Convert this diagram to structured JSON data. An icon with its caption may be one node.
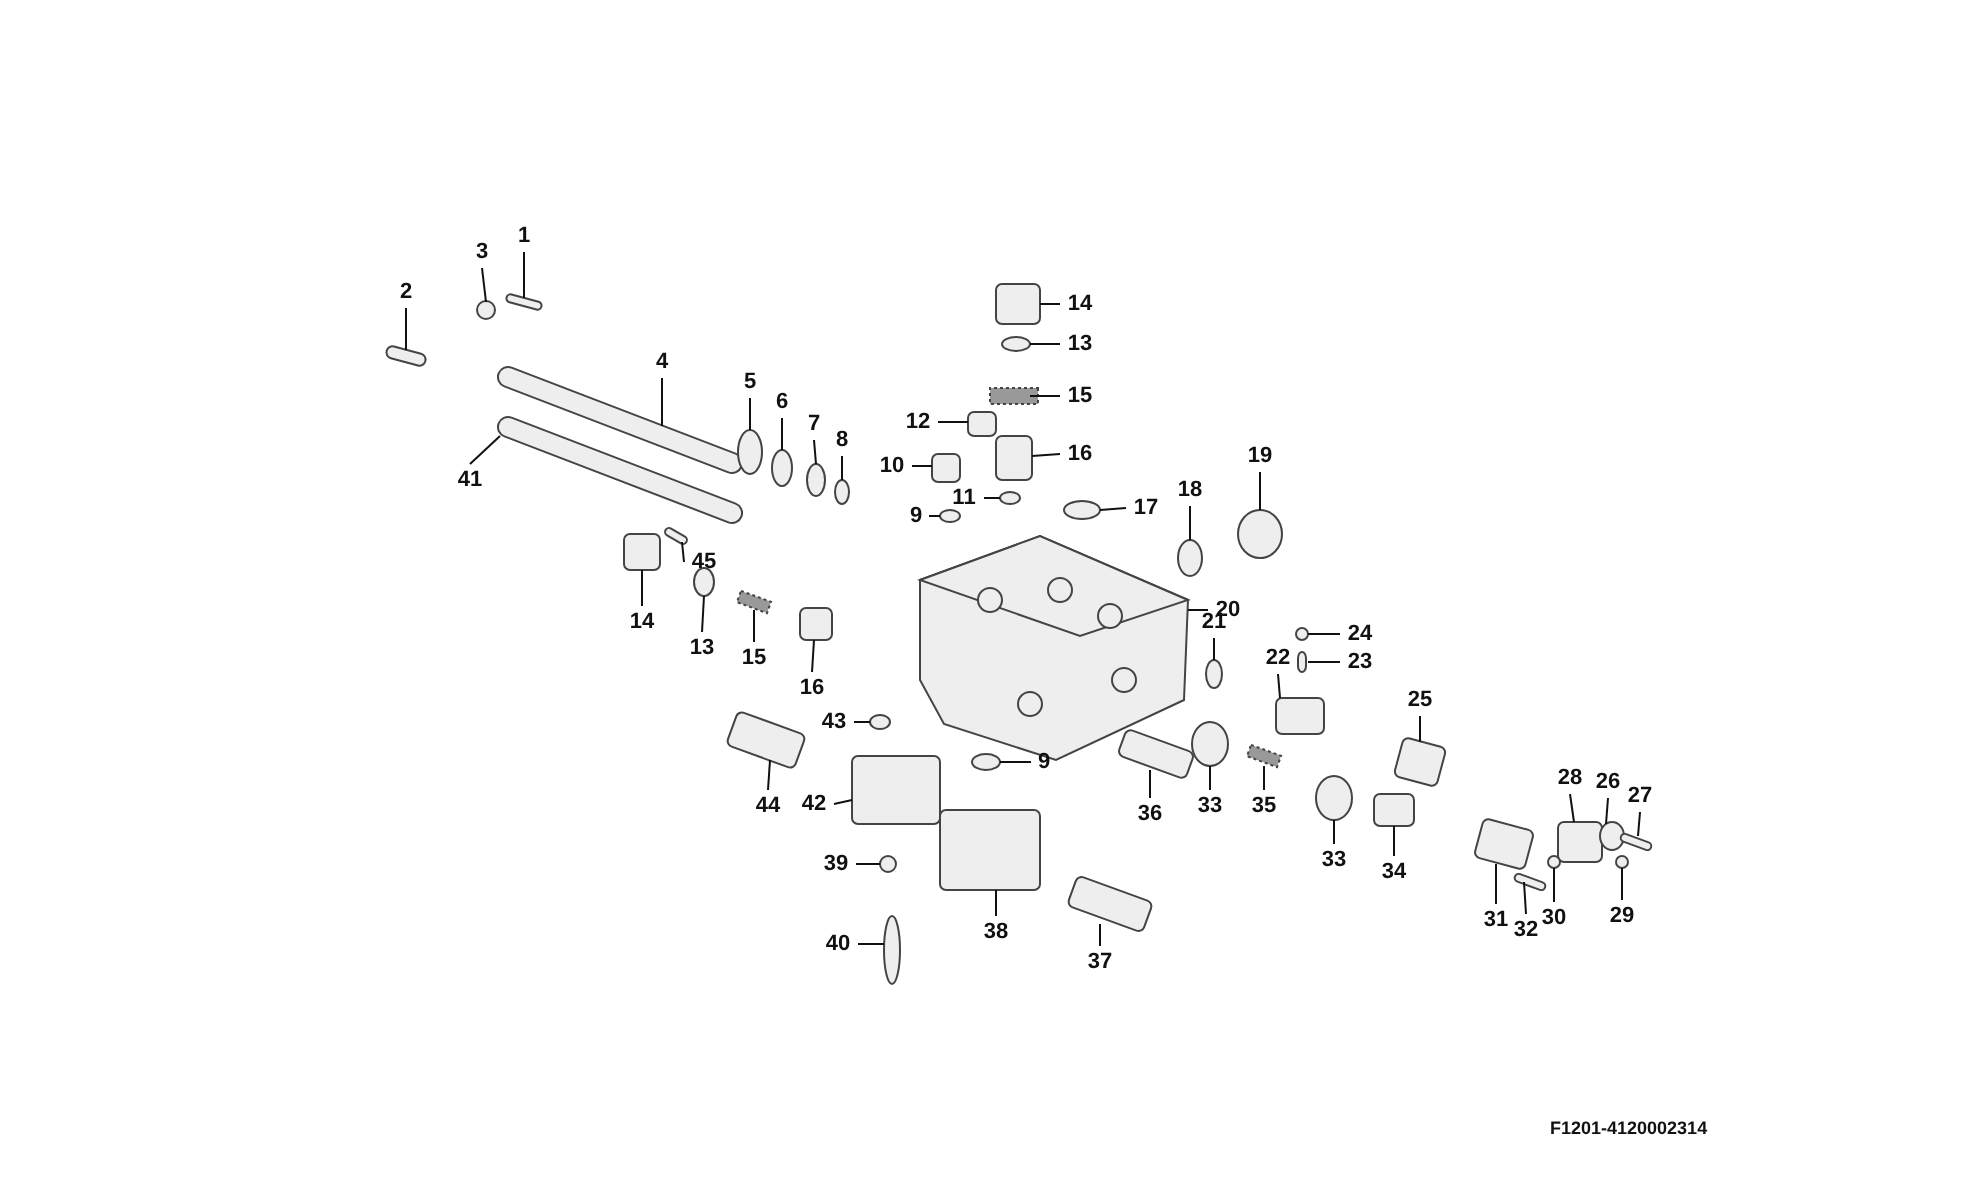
{
  "diagram": {
    "nodes": [
      {
        "text": [
          "1"
        ]
      },
      {
        "text": [
          "3"
        ]
      },
      {
        "text": [
          "2"
        ]
      },
      {
        "text": [
          "14"
        ]
      },
      {
        "text": [
          "13"
        ]
      },
      {
        "text": [
          "4"
        ]
      },
      {
        "text": [
          "5"
        ]
      },
      {
        "text": [
          "15"
        ]
      },
      {
        "text": [
          "6"
        ]
      },
      {
        "text": [
          "12"
        ]
      },
      {
        "text": [
          "7"
        ]
      },
      {
        "text": [
          "8"
        ]
      },
      {
        "text": [
          "16"
        ]
      },
      {
        "text": [
          "19"
        ]
      },
      {
        "text": [
          "10"
        ]
      },
      {
        "text": [
          "41"
        ]
      },
      {
        "text": [
          "18"
        ]
      },
      {
        "text": [
          "11"
        ]
      },
      {
        "text": [
          "17"
        ]
      },
      {
        "text": [
          "9"
        ]
      },
      {
        "text": [
          "45"
        ]
      },
      {
        "text": [
          "20"
        ]
      },
      {
        "text": [
          "14"
        ]
      },
      {
        "text": [
          "21"
        ]
      },
      {
        "text": [
          "24"
        ]
      },
      {
        "text": [
          "13"
        ]
      },
      {
        "text": [
          "15"
        ]
      },
      {
        "text": [
          "22"
        ]
      },
      {
        "text": [
          "23"
        ]
      },
      {
        "text": [
          "16"
        ]
      },
      {
        "text": [
          "25"
        ]
      },
      {
        "text": [
          "43"
        ]
      },
      {
        "text": [
          "9"
        ]
      },
      {
        "text": [
          "28"
        ]
      },
      {
        "text": [
          "26"
        ]
      },
      {
        "text": [
          "27"
        ]
      },
      {
        "text": [
          "42"
        ]
      },
      {
        "text": [
          "44"
        ]
      },
      {
        "text": [
          "33"
        ]
      },
      {
        "text": [
          "35"
        ]
      },
      {
        "text": [
          "36"
        ]
      },
      {
        "text": [
          "33"
        ]
      },
      {
        "text": [
          "39"
        ]
      },
      {
        "text": [
          "34"
        ]
      },
      {
        "text": [
          "31"
        ]
      },
      {
        "text": [
          "38"
        ]
      },
      {
        "text": [
          "30"
        ]
      },
      {
        "text": [
          "29"
        ]
      },
      {
        "text": [
          "32"
        ]
      },
      {
        "text": [
          "40"
        ]
      },
      {
        "text": [
          "37"
        ]
      },
      {
        "text": [],
        "shape": "bar"
      },
      {
        "text": [],
        "shape": "circle"
      },
      {
        "text": [],
        "shape": "bar"
      },
      {
        "text": [],
        "shape": "box"
      },
      {
        "text": [],
        "shape": "circle"
      },
      {
        "text": [],
        "shape": "bar"
      },
      {
        "text": [],
        "shape": "circle"
      },
      {
        "text": [],
        "shape": "spring"
      },
      {
        "text": [],
        "shape": "circle"
      },
      {
        "text": [],
        "shape": "box"
      },
      {
        "text": [],
        "shape": "circle"
      },
      {
        "text": [],
        "shape": "circle"
      },
      {
        "text": [],
        "shape": "box"
      },
      {
        "text": [],
        "shape": "circle"
      },
      {
        "text": [],
        "shape": "box"
      },
      {
        "text": [],
        "shape": "bar"
      },
      {
        "text": [],
        "shape": "circle"
      },
      {
        "text": [],
        "shape": "circle"
      },
      {
        "text": [],
        "shape": "circle"
      },
      {
        "text": [],
        "shape": "circle"
      },
      {
        "text": [],
        "shape": "bar"
      },
      {
        "text": [],
        "shape": "picture"
      },
      {
        "text": [],
        "shape": "box"
      },
      {
        "text": [],
        "shape": "circle"
      },
      {
        "text": [],
        "shape": "circle"
      },
      {
        "text": [],
        "shape": "circle"
      },
      {
        "text": [],
        "shape": "spring"
      },
      {
        "text": [],
        "shape": "box"
      },
      {
        "text": [],
        "shape": "box"
      },
      {
        "text": [],
        "shape": "box"
      },
      {
        "text": [],
        "shape": "box"
      },
      {
        "text": [],
        "shape": "circle"
      },
      {
        "text": [],
        "shape": "circle"
      },
      {
        "text": [],
        "shape": "box"
      },
      {
        "text": [],
        "shape": "circle"
      },
      {
        "text": [],
        "shape": "bar"
      },
      {
        "text": [],
        "shape": "box"
      },
      {
        "text": [],
        "shape": "box"
      },
      {
        "text": [],
        "shape": "circle"
      },
      {
        "text": [],
        "shape": "spring"
      },
      {
        "text": [],
        "shape": "box"
      },
      {
        "text": [],
        "shape": "circle"
      },
      {
        "text": [],
        "shape": "circle"
      },
      {
        "text": [],
        "shape": "box"
      },
      {
        "text": [],
        "shape": "box"
      },
      {
        "text": [],
        "shape": "box"
      },
      {
        "text": [],
        "shape": "circle"
      },
      {
        "text": [],
        "shape": "circle"
      },
      {
        "text": [],
        "shape": "bar"
      },
      {
        "text": [],
        "shape": "bar"
      },
      {
        "text": [],
        "shape": "box"
      }
    ],
    "edges": [
      {
        "from": 0,
        "to": 51,
        "arrow": "none"
      },
      {
        "from": 1,
        "to": 52,
        "arrow": "none"
      },
      {
        "from": 2,
        "to": 53,
        "arrow": "none"
      },
      {
        "from": 3,
        "to": 54,
        "arrow": "none"
      },
      {
        "from": 4,
        "to": 55,
        "arrow": "none"
      },
      {
        "from": 5,
        "to": 56,
        "arrow": "none"
      },
      {
        "from": 6,
        "to": 57,
        "arrow": "none"
      },
      {
        "from": 7,
        "to": 58,
        "arrow": "none"
      },
      {
        "from": 8,
        "to": 59,
        "arrow": "none"
      },
      {
        "from": 9,
        "to": 60,
        "arrow": "none"
      },
      {
        "from": 10,
        "to": 61,
        "arrow": "none"
      },
      {
        "from": 11,
        "to": 62,
        "arrow": "none"
      },
      {
        "from": 12,
        "to": 63,
        "arrow": "none"
      },
      {
        "from": 13,
        "to": 64,
        "arrow": "none"
      },
      {
        "from": 14,
        "to": 65,
        "arrow": "none"
      },
      {
        "from": 15,
        "to": 66,
        "arrow": "none"
      },
      {
        "from": 16,
        "to": 67,
        "arrow": "none"
      },
      {
        "from": 17,
        "to": 68,
        "arrow": "none"
      },
      {
        "from": 18,
        "to": 69,
        "arrow": "none"
      },
      {
        "from": 19,
        "to": 70,
        "arrow": "none"
      },
      {
        "from": 20,
        "to": 71,
        "arrow": "none"
      },
      {
        "from": 21,
        "to": 72,
        "arrow": "none"
      },
      {
        "from": 22,
        "to": 73,
        "arrow": "none"
      },
      {
        "from": 23,
        "to": 74,
        "arrow": "none"
      },
      {
        "from": 24,
        "to": 75,
        "arrow": "none"
      },
      {
        "from": 25,
        "to": 76,
        "arrow": "none"
      },
      {
        "from": 26,
        "to": 77,
        "arrow": "none"
      },
      {
        "from": 27,
        "to": 78,
        "arrow": "none"
      },
      {
        "from": 28,
        "to": 79,
        "arrow": "none"
      },
      {
        "from": 29,
        "to": 80,
        "arrow": "none"
      },
      {
        "from": 30,
        "to": 81,
        "arrow": "none"
      },
      {
        "from": 31,
        "to": 82,
        "arrow": "none"
      },
      {
        "from": 32,
        "to": 83,
        "arrow": "none"
      },
      {
        "from": 33,
        "to": 84,
        "arrow": "none"
      },
      {
        "from": 34,
        "to": 85,
        "arrow": "none"
      },
      {
        "from": 35,
        "to": 86,
        "arrow": "none"
      },
      {
        "from": 36,
        "to": 87,
        "arrow": "none"
      },
      {
        "from": 37,
        "to": 88,
        "arrow": "none"
      },
      {
        "from": 38,
        "to": 89,
        "arrow": "none"
      },
      {
        "from": 39,
        "to": 90,
        "arrow": "none"
      },
      {
        "from": 40,
        "to": 91,
        "arrow": "none"
      },
      {
        "from": 41,
        "to": 92,
        "arrow": "none"
      },
      {
        "from": 42,
        "to": 93,
        "arrow": "none"
      },
      {
        "from": 43,
        "to": 94,
        "arrow": "none"
      },
      {
        "from": 44,
        "to": 95,
        "arrow": "none"
      },
      {
        "from": 45,
        "to": 96,
        "arrow": "none"
      },
      {
        "from": 46,
        "to": 97,
        "arrow": "none"
      },
      {
        "from": 47,
        "to": 98,
        "arrow": "none"
      },
      {
        "from": 48,
        "to": 99,
        "arrow": "none"
      },
      {
        "from": 49,
        "to": 100,
        "arrow": "none"
      },
      {
        "from": 50,
        "to": 101,
        "arrow": "none"
      }
    ],
    "labels": [
      "F1201-4120002314"
    ]
  }
}
